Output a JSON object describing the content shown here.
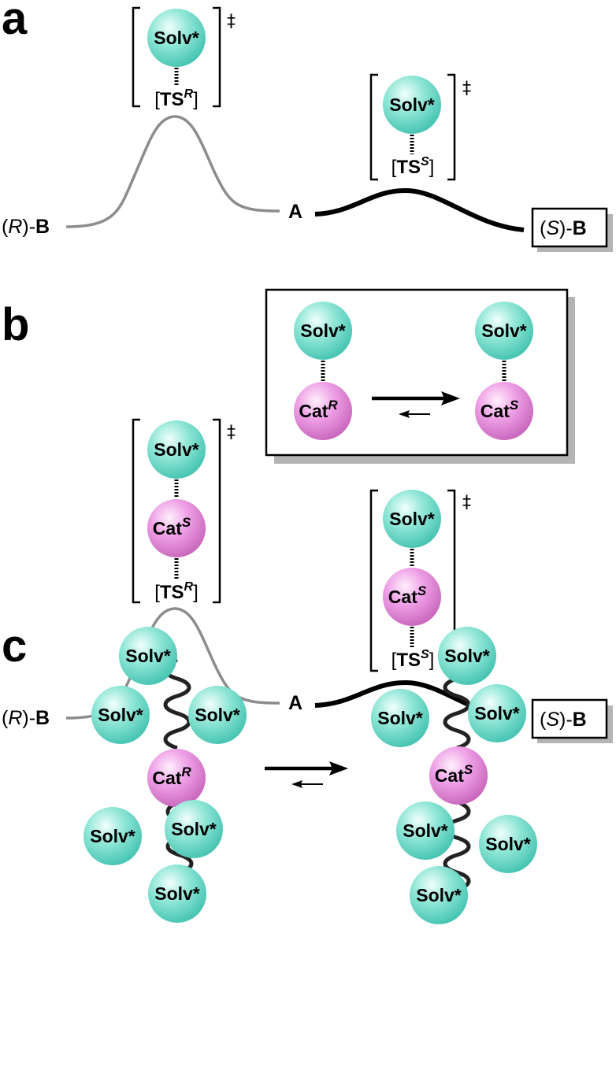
{
  "panels": {
    "a": {
      "letter": "a",
      "left_product": {
        "open": "(",
        "stereo": "R",
        "close": ")-",
        "compound": "B"
      },
      "start": "A",
      "right_product": {
        "open": "(",
        "stereo": "S",
        "close": ")-",
        "compound": "B"
      },
      "ts_r": {
        "solvent": "Solv*",
        "ts": "TS",
        "descriptor": "R",
        "dagger": "‡"
      },
      "ts_s": {
        "solvent": "Solv*",
        "ts": "TS",
        "descriptor": "S",
        "dagger": "‡"
      }
    },
    "b": {
      "letter": "b",
      "left_product": {
        "open": "(",
        "stereo": "R",
        "close": ")-",
        "compound": "B"
      },
      "start": "A",
      "right_product": {
        "open": "(",
        "stereo": "S",
        "close": ")-",
        "compound": "B"
      },
      "inset": {
        "left": {
          "solvent": "Solv*",
          "catalyst": "Cat",
          "descriptor": "R"
        },
        "right": {
          "solvent": "Solv*",
          "catalyst": "Cat",
          "descriptor": "S"
        }
      },
      "ts_r": {
        "solvent": "Solv*",
        "catalyst": "Cat",
        "cat_descriptor": "S",
        "ts": "TS",
        "descriptor": "R",
        "dagger": "‡"
      },
      "ts_s": {
        "solvent": "Solv*",
        "catalyst": "Cat",
        "cat_descriptor": "S",
        "ts": "TS",
        "descriptor": "S",
        "dagger": "‡"
      }
    },
    "c": {
      "letter": "c",
      "left": {
        "catalyst": "Cat",
        "descriptor": "R",
        "solvents": [
          "Solv*",
          "Solv*",
          "Solv*",
          "Solv*",
          "Solv*",
          "Solv*"
        ]
      },
      "right": {
        "catalyst": "Cat",
        "descriptor": "S",
        "solvents": [
          "Solv*",
          "Solv*",
          "Solv*",
          "Solv*",
          "Solv*",
          "Solv*"
        ]
      }
    }
  },
  "colors": {
    "solvent_ball": "#7fe0d0",
    "solvent_ball_edge": "#3fb3a3",
    "catalyst_ball": "#e98fe0",
    "catalyst_ball_edge": "#b65aaa",
    "disfavored_path": "#8c8c8c",
    "favored_path": "#000000",
    "box_shadow": "#b4b4b4"
  }
}
